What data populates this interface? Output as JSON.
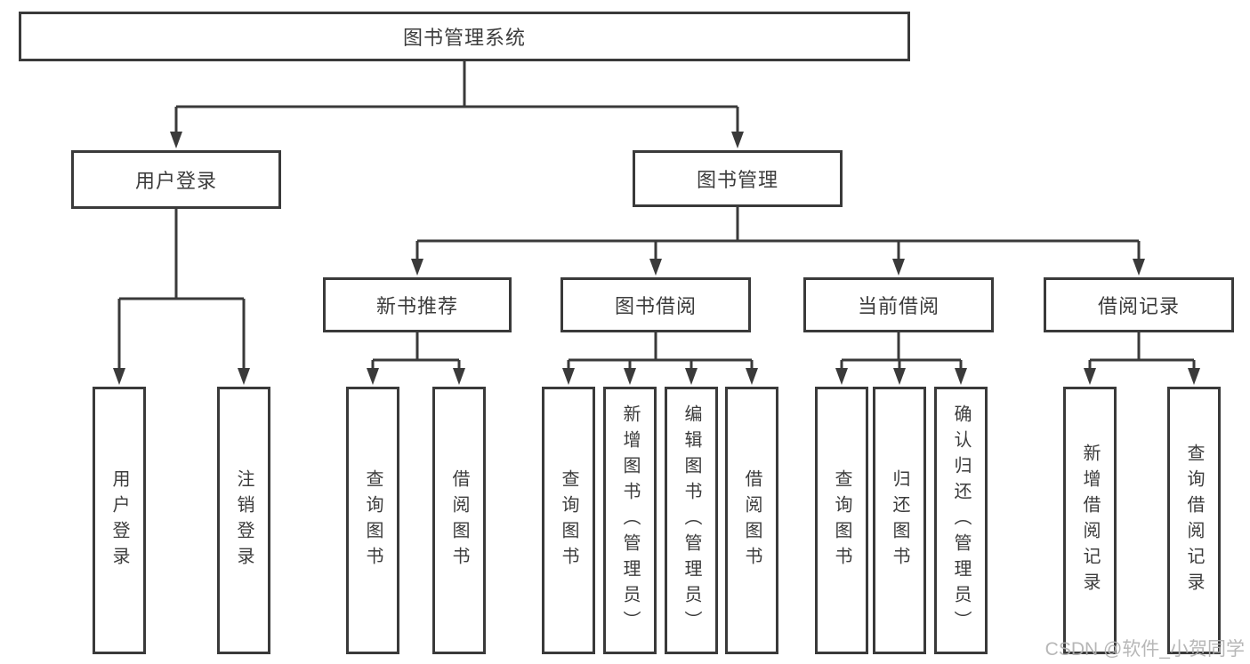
{
  "diagram": {
    "title": "图书管理系统",
    "branches": [
      {
        "label": "用户登录",
        "children": [
          {
            "label": "用户登录"
          },
          {
            "label": "注销登录"
          }
        ]
      },
      {
        "label": "图书管理",
        "children": [
          {
            "label": "新书推荐",
            "children": [
              {
                "label": "查询图书"
              },
              {
                "label": "借阅图书"
              }
            ]
          },
          {
            "label": "图书借阅",
            "children": [
              {
                "label": "查询图书"
              },
              {
                "label": "新增图书（管理员）"
              },
              {
                "label": "编辑图书（管理员）"
              },
              {
                "label": "借阅图书"
              }
            ]
          },
          {
            "label": "当前借阅",
            "children": [
              {
                "label": "查询图书"
              },
              {
                "label": "归还图书"
              },
              {
                "label": "确认归还（管理员）"
              }
            ]
          },
          {
            "label": "借阅记录",
            "children": [
              {
                "label": "新增借阅记录"
              },
              {
                "label": "查询借阅记录"
              }
            ]
          }
        ]
      }
    ]
  },
  "colors": {
    "line": "#3a3a3a",
    "text": "#3c3c3c",
    "watermark": "#b1b1b1"
  },
  "watermark": "CSDN @软件_小贺同学"
}
